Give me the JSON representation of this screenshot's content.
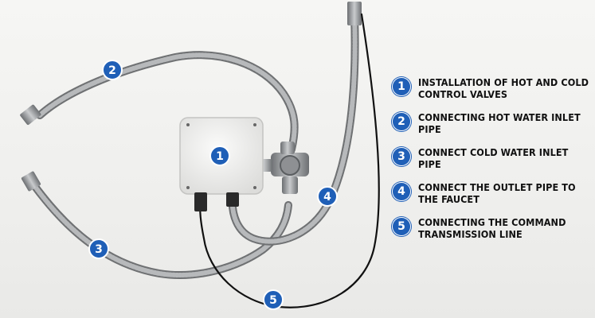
{
  "colors": {
    "badge": "#1f5fb7",
    "background": "#f1f1ef",
    "hose": "#8d8f91",
    "cable": "#111111",
    "box": "#f4f4f2"
  },
  "badges": {
    "box": "1",
    "hot_hose": "2",
    "cold_hose": "3",
    "outlet_hose": "4",
    "cable": "5"
  },
  "legend": {
    "items": [
      {
        "number": "1",
        "text": "INSTALLATION OF HOT AND COLD CONTROL VALVES"
      },
      {
        "number": "2",
        "text": "CONNECTING HOT WATER INLET PIPE"
      },
      {
        "number": "3",
        "text": "CONNECT COLD WATER INLET PIPE"
      },
      {
        "number": "4",
        "text": "CONNECT THE OUTLET PIPE TO THE FAUCET"
      },
      {
        "number": "5",
        "text": "CONNECTING THE COMMAND TRANSMISSION LINE"
      }
    ]
  }
}
